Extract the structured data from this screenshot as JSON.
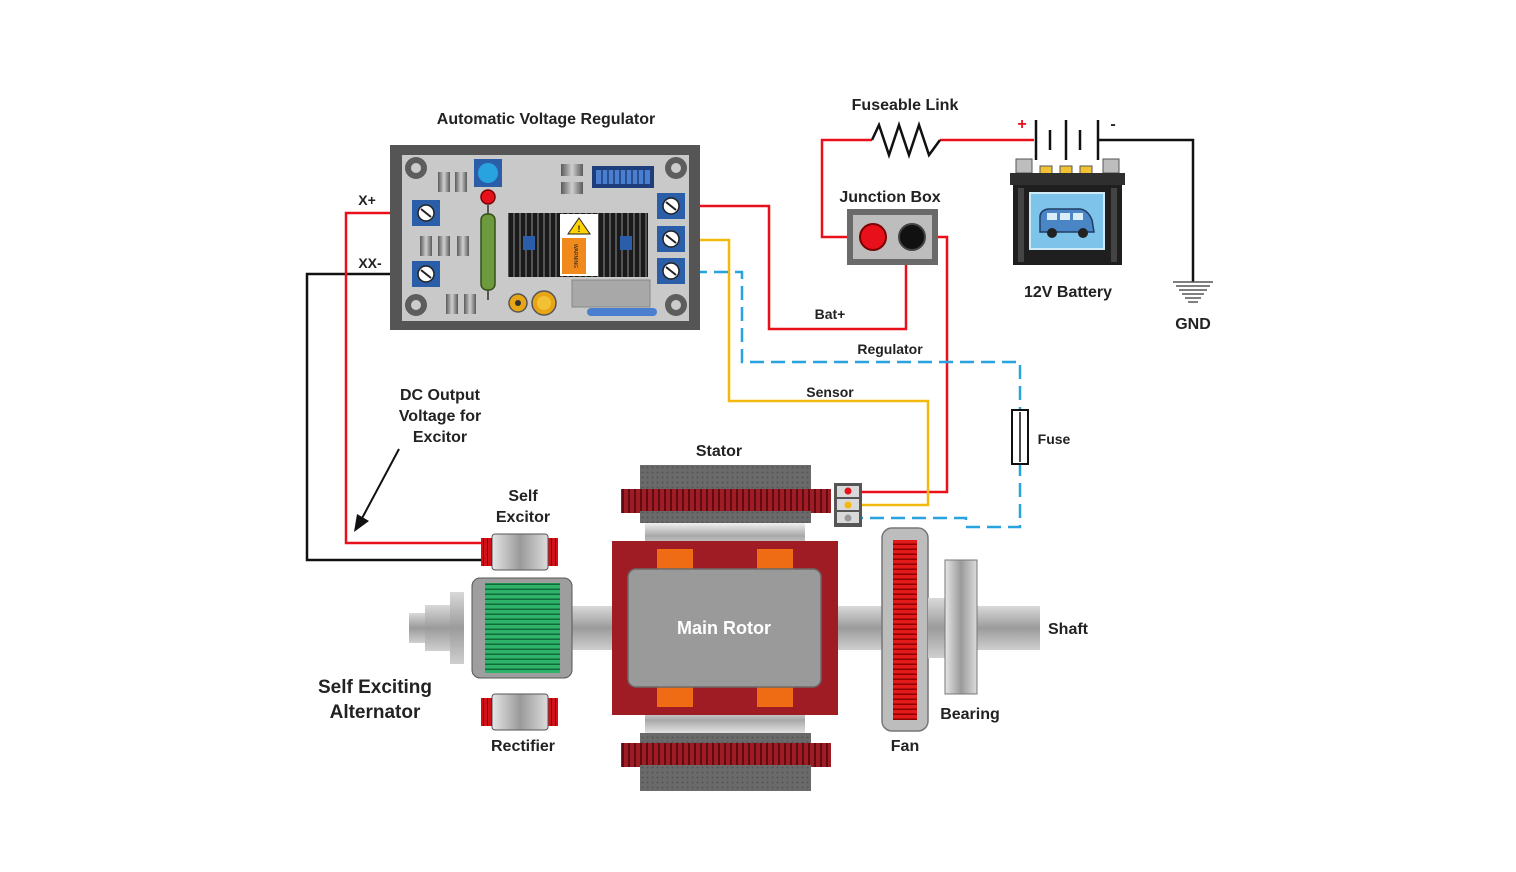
{
  "labels": {
    "avr_title": "Automatic Voltage Regulator",
    "x_plus": "X+",
    "xx_minus": "XX-",
    "fuseable_link": "Fuseable Link",
    "battery_plus": "+",
    "battery_minus": "-",
    "junction_box": "Junction Box",
    "battery": "12V Battery",
    "gnd": "GND",
    "bat_plus": "Bat+",
    "regulator": "Regulator",
    "sensor": "Sensor",
    "fuse": "Fuse",
    "dc_output_1": "DC Output",
    "dc_output_2": "Voltage for",
    "dc_output_3": "Excitor",
    "stator": "Stator",
    "self_excitor_1": "Self",
    "self_excitor_2": "Excitor",
    "main_rotor": "Main Rotor",
    "shaft": "Shaft",
    "alternator_1": "Self Exciting",
    "alternator_2": "Alternator",
    "rectifier": "Rectifier",
    "bearing": "Bearing",
    "fan": "Fan",
    "warning": "WARNING"
  },
  "colors": {
    "wire_red": "#e8101a",
    "wire_black": "#111111",
    "wire_yellow": "#f5b80c",
    "wire_blue_dashed": "#29a3e0",
    "avr_body": "#c9c9c9",
    "terminal_blue": "#2b5ea8",
    "stator_red": "#a01c24",
    "rotor_gray": "#9a9a9a",
    "excitor_green": "#2fb36b",
    "pole_orange": "#ef6b14"
  }
}
